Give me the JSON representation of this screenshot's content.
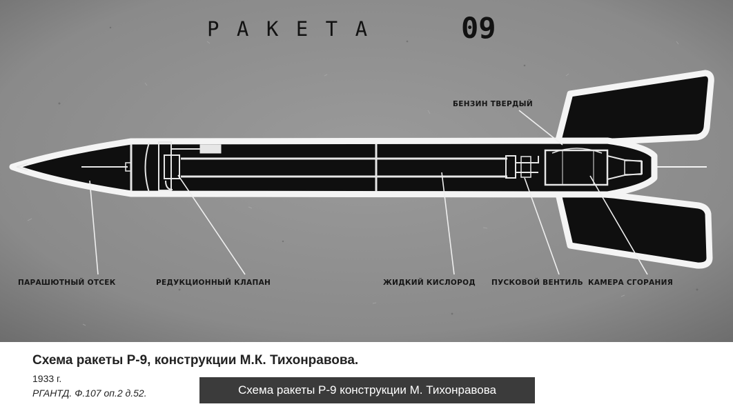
{
  "diagram": {
    "title_word": "Р А К Е Т А",
    "title_number": "09",
    "labels": {
      "parachute": "ПАРАШЮТНЫЙ ОТСЕК",
      "reducer_valve": "РЕДУКЦИОННЫЙ КЛАПАН",
      "liquid_oxygen": "ЖИДКИЙ КИСЛОРОД",
      "start_valve": "ПУСКОВОЙ ВЕНТИЛЬ",
      "combustion_chamber": "КАМЕРА СГОРАНИЯ",
      "solid_gasoline": "БЕНЗИН ТВЕРДЫЙ"
    }
  },
  "caption": {
    "title": "Схема ракеты Р-9, конструкции М.К. Тихонравова.",
    "year": "1933 г.",
    "archive": "РГАНТД. Ф.107 оп.2 д.52.",
    "overlay_label": "Схема ракеты Р-9 конструкции М. Тихонравова"
  },
  "colors": {
    "photo_background": "#8e8e8e",
    "rocket_body": "#0f0f0f",
    "outline": "#f4f4f4",
    "overlay_background": "#3b3b3b"
  }
}
